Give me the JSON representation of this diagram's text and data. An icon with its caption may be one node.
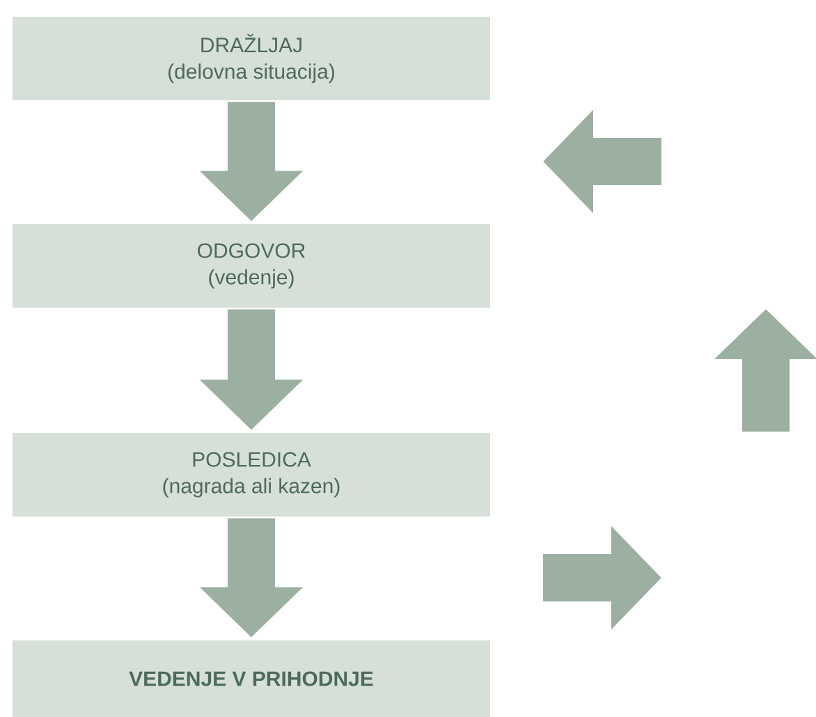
{
  "diagram": {
    "nodes": [
      {
        "text": [
          "DRAŽLJAJ",
          "(delovna situacija)"
        ]
      },
      {
        "text": [
          "ODGOVOR",
          "(vedenje)"
        ]
      },
      {
        "text": [
          "POSLEDICA",
          "(nagrada ali kazen)"
        ]
      },
      {
        "text": [
          "VEDENJE V PRIHODNJE"
        ]
      }
    ],
    "edges": [
      {
        "from": 0,
        "to": 1,
        "arrow": "to"
      },
      {
        "from": 1,
        "to": 2,
        "arrow": "to"
      },
      {
        "from": 2,
        "to": 3,
        "arrow": "to"
      }
    ]
  }
}
